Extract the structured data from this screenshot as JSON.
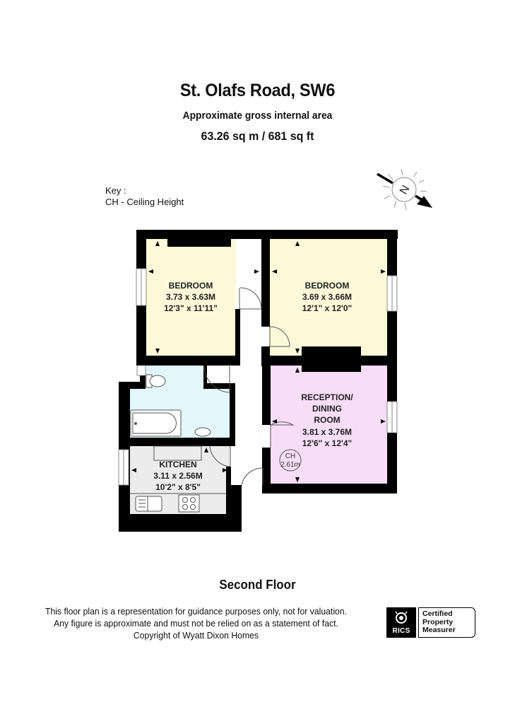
{
  "header": {
    "title": "St. Olafs Road, SW6",
    "subtitle": "Approximate gross internal area",
    "area": "63.26 sq m /  681 sq ft"
  },
  "key": {
    "heading": "Key :",
    "entries": [
      "CH - Ceiling Height"
    ]
  },
  "compass": {
    "label": "N",
    "icon": "north-arrow-icon"
  },
  "colors": {
    "wall": "#000000",
    "bedroom_fill": "#fdf9d8",
    "reception_fill": "#f8ddf7",
    "bathroom_fill": "#e2f6fb",
    "kitchen_fill": "#ececec",
    "hallway_fill": "#ffffff"
  },
  "rooms": [
    {
      "id": "bedroom-1",
      "name": "BEDROOM",
      "metric": "3.73 x 3.63M",
      "imperial": "12'3\" x 11'11\""
    },
    {
      "id": "bedroom-2",
      "name": "BEDROOM",
      "metric": "3.69 x 3.66M",
      "imperial": "12'1\" x 12'0\""
    },
    {
      "id": "reception",
      "name_lines": [
        "RECEPTION/",
        "DINING",
        "ROOM"
      ],
      "metric": "3.81 x 3.76M",
      "imperial": "12'6\" x 12'4\""
    },
    {
      "id": "kitchen",
      "name": "KITCHEN",
      "metric": "3.11 x 2.56M",
      "imperial": "10'2\" x 8'5\""
    },
    {
      "id": "bathroom",
      "name": ""
    }
  ],
  "ceiling_height": {
    "label": "CH",
    "value": "2.61m"
  },
  "floor_label": "Second Floor",
  "disclaimer": {
    "lines": [
      "This floor plan is a representation for guidance purposes only, not for valuation.",
      "Any figure is approximate and must not be relied on as a statement of fact.",
      "Copyright of Wyatt Dixon Homes"
    ]
  },
  "badge": {
    "org": "RICS",
    "lines": [
      "Certified",
      "Property",
      "Measurer"
    ]
  }
}
